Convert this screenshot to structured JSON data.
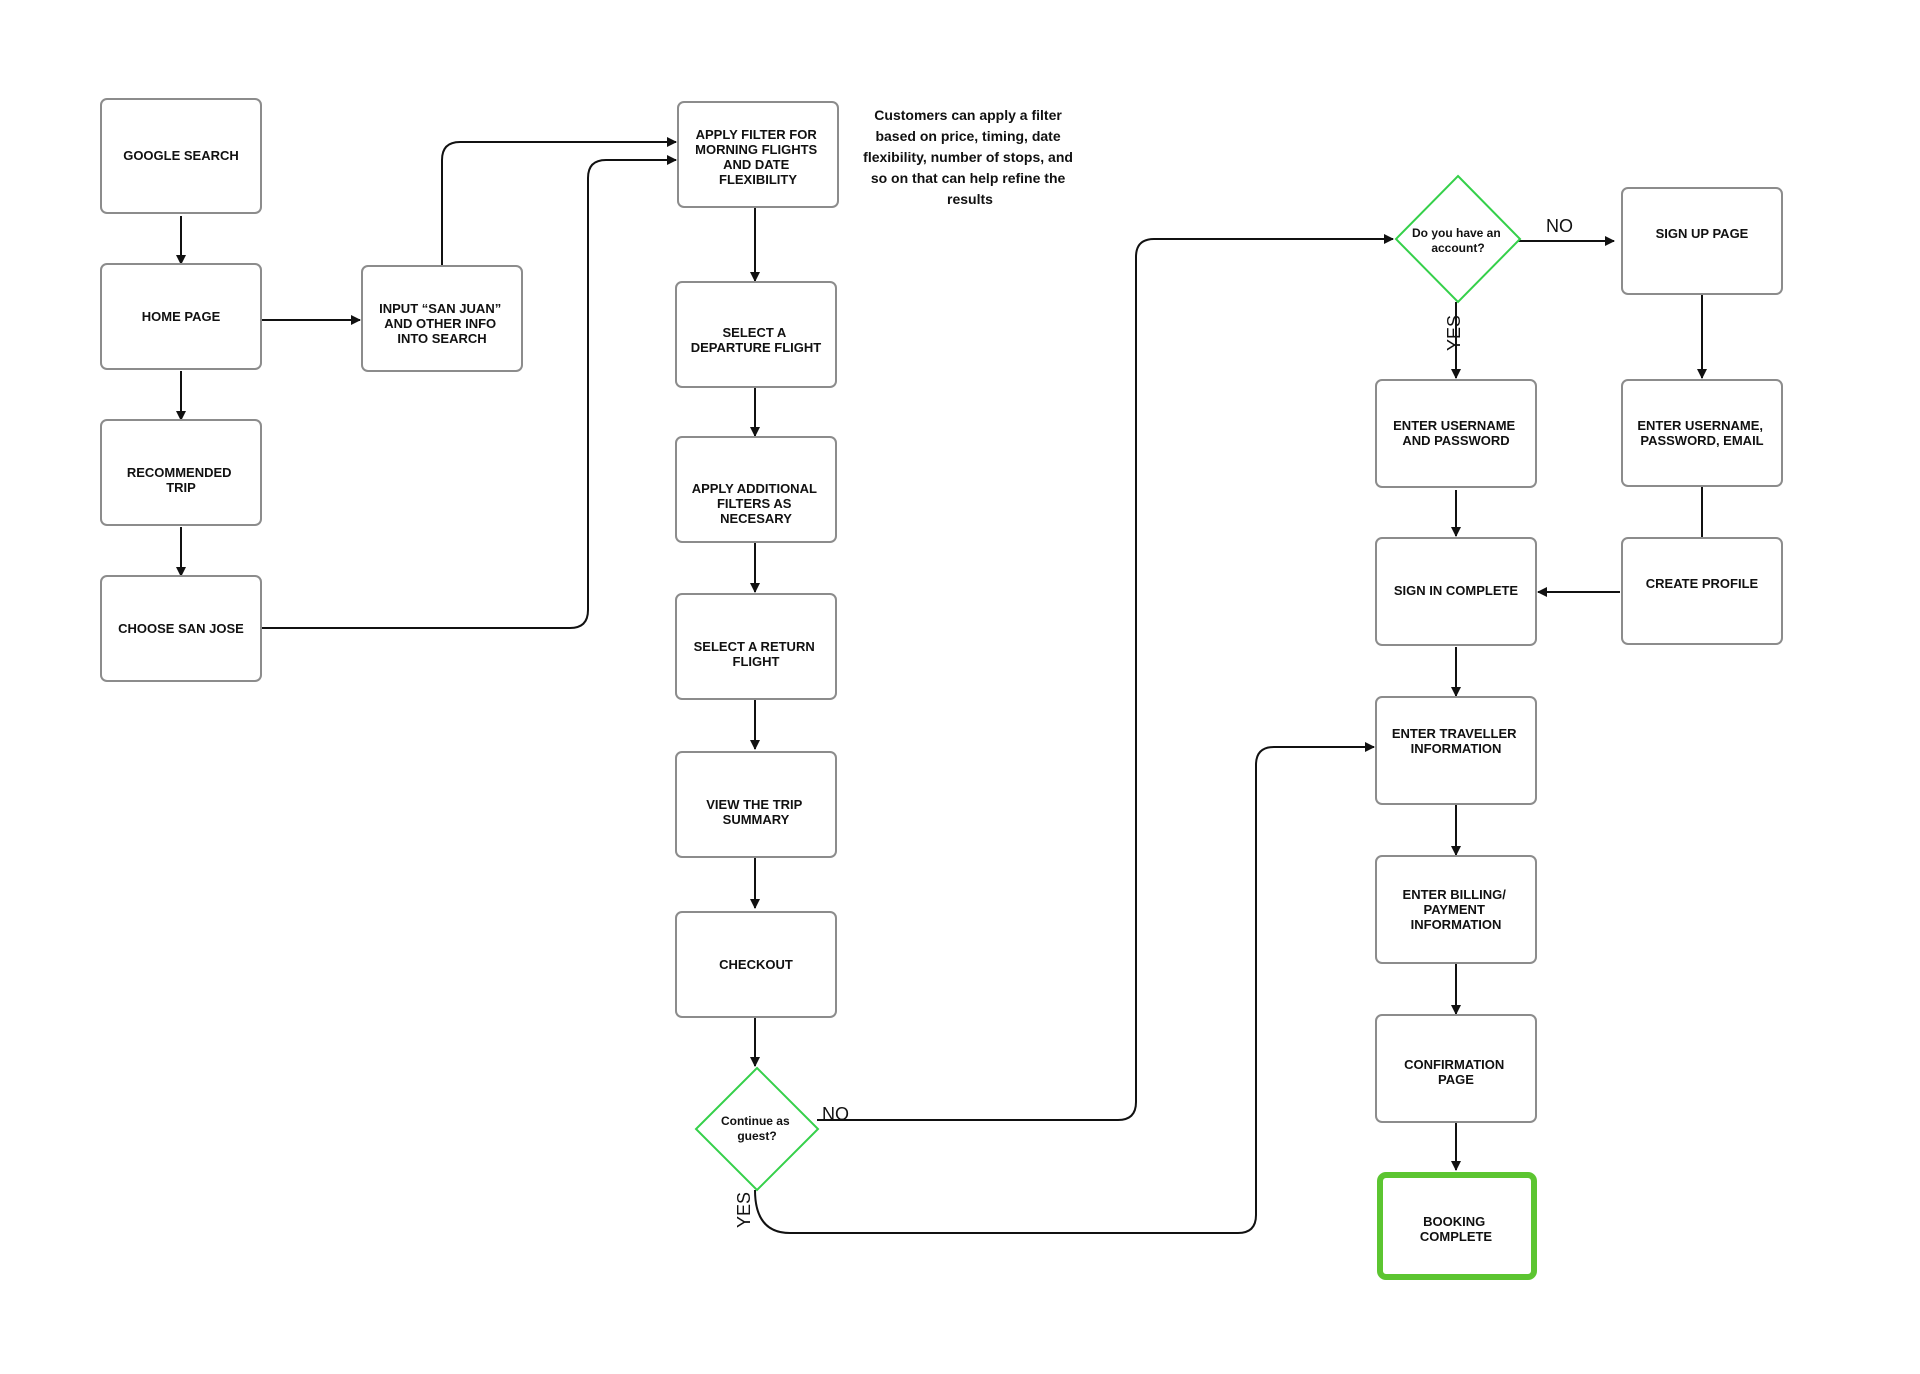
{
  "nodes": {
    "google_search": "GOOGLE SEARCH",
    "home_page": "HOME PAGE",
    "recommended_trip": [
      "RECOMMENDED",
      "TRIP"
    ],
    "choose_san_jose": "CHOOSE SAN JOSE",
    "input_san_juan": [
      "INPUT “SAN JUAN”",
      "AND OTHER INFO",
      "INTO SEARCH"
    ],
    "apply_filter_morning": [
      "APPLY FILTER FOR",
      "MORNING FLIGHTS",
      "AND DATE",
      "FLEXIBILITY"
    ],
    "select_departure": [
      "SELECT A",
      "DEPARTURE FLIGHT"
    ],
    "apply_additional": [
      "APPLY ADDITIONAL",
      "FILTERS AS",
      "NECESARY"
    ],
    "select_return": [
      "SELECT A RETURN",
      "FLIGHT"
    ],
    "view_summary": [
      "VIEW THE TRIP",
      "SUMMARY"
    ],
    "checkout": "CHECKOUT",
    "guest_decision": [
      "Continue as",
      "guest?"
    ],
    "account_decision": [
      "Do you have an",
      "account?"
    ],
    "sign_up_page": "SIGN UP PAGE",
    "enter_username_password": [
      "ENTER USERNAME",
      "AND PASSWORD"
    ],
    "enter_username_password_email": [
      "ENTER USERNAME,",
      "PASSWORD, EMAIL"
    ],
    "sign_in_complete": "SIGN IN COMPLETE",
    "create_profile": "CREATE PROFILE",
    "enter_traveller_info": [
      "ENTER TRAVELLER",
      "INFORMATION"
    ],
    "enter_billing": [
      "ENTER BILLING/",
      "PAYMENT",
      "INFORMATION"
    ],
    "confirmation_page": [
      "CONFIRMATION",
      "PAGE"
    ],
    "booking_complete": [
      "BOOKING",
      "COMPLETE"
    ]
  },
  "note": [
    "Customers can apply a filter",
    "based on price, timing, date",
    "flexibility, number of stops, and",
    "so on that can help refine the",
    "results"
  ],
  "edge_labels": {
    "guest_no": "NO",
    "guest_yes": "YES",
    "account_no": "NO",
    "account_yes": "YES"
  },
  "colors": {
    "decision_border": "#35d04a",
    "final_border": "#5cc531",
    "box_border": "#8c8c8c"
  }
}
